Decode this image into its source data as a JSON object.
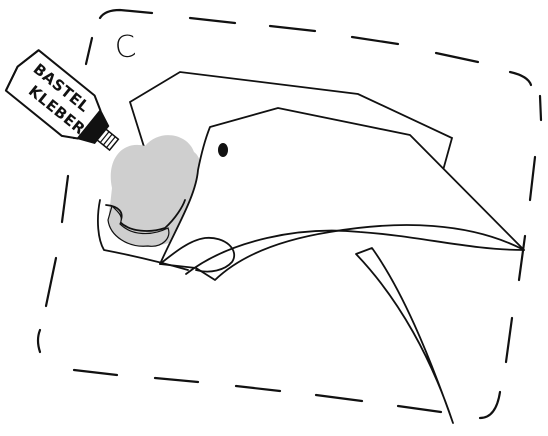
{
  "step": {
    "letter": "C"
  },
  "tube": {
    "label_line1": "BASTEL",
    "label_line2": "KLEBER"
  },
  "colors": {
    "line": "#111111",
    "glue": "#cfcfcf",
    "paper": "#ffffff"
  },
  "icons": {
    "glue_tube": "glue-tube-icon",
    "eye": "eye-dot-icon"
  }
}
